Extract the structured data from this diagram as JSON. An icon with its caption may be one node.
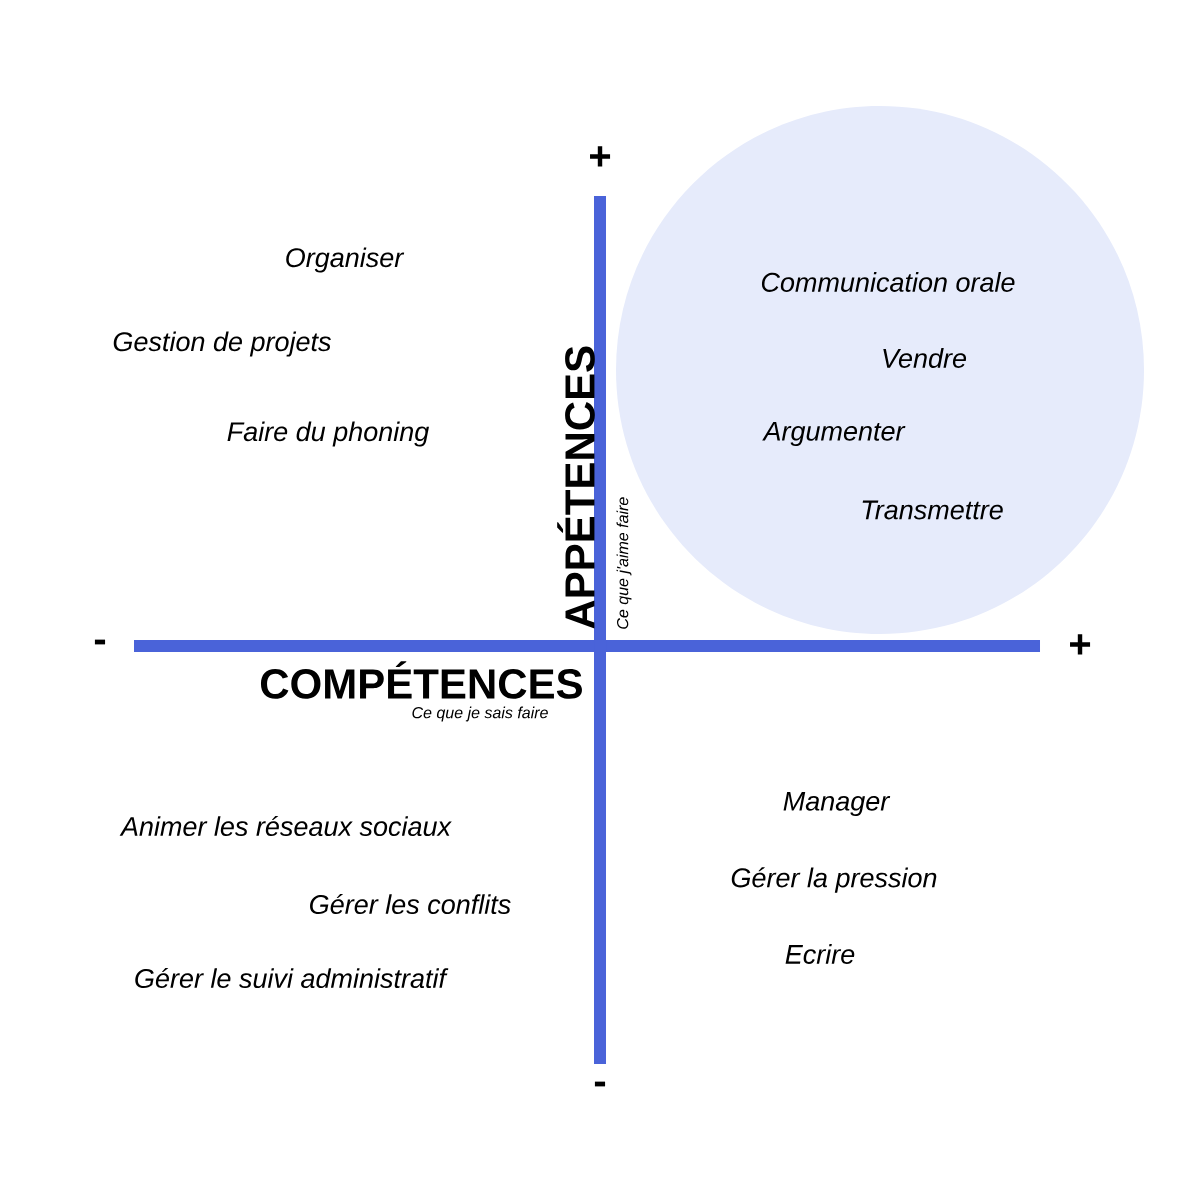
{
  "diagram": {
    "nodes": [
      {
        "text": [
          "Communication orale",
          "Vendre",
          "Argumenter",
          "Transmettre"
        ]
      }
    ],
    "labels": [
      "+",
      "Organiser",
      "Gestion de projets",
      "Faire du phoning",
      "APPÉTENCES",
      "Ce que j'aime faire",
      "-",
      "+",
      "COMPÉTENCES",
      "Ce que je sais faire",
      "Manager",
      "Animer les réseaux sociaux",
      "Gérer la pression",
      "Gérer les conflits",
      "Ecrire",
      "Gérer le suivi administratif",
      "-"
    ]
  }
}
